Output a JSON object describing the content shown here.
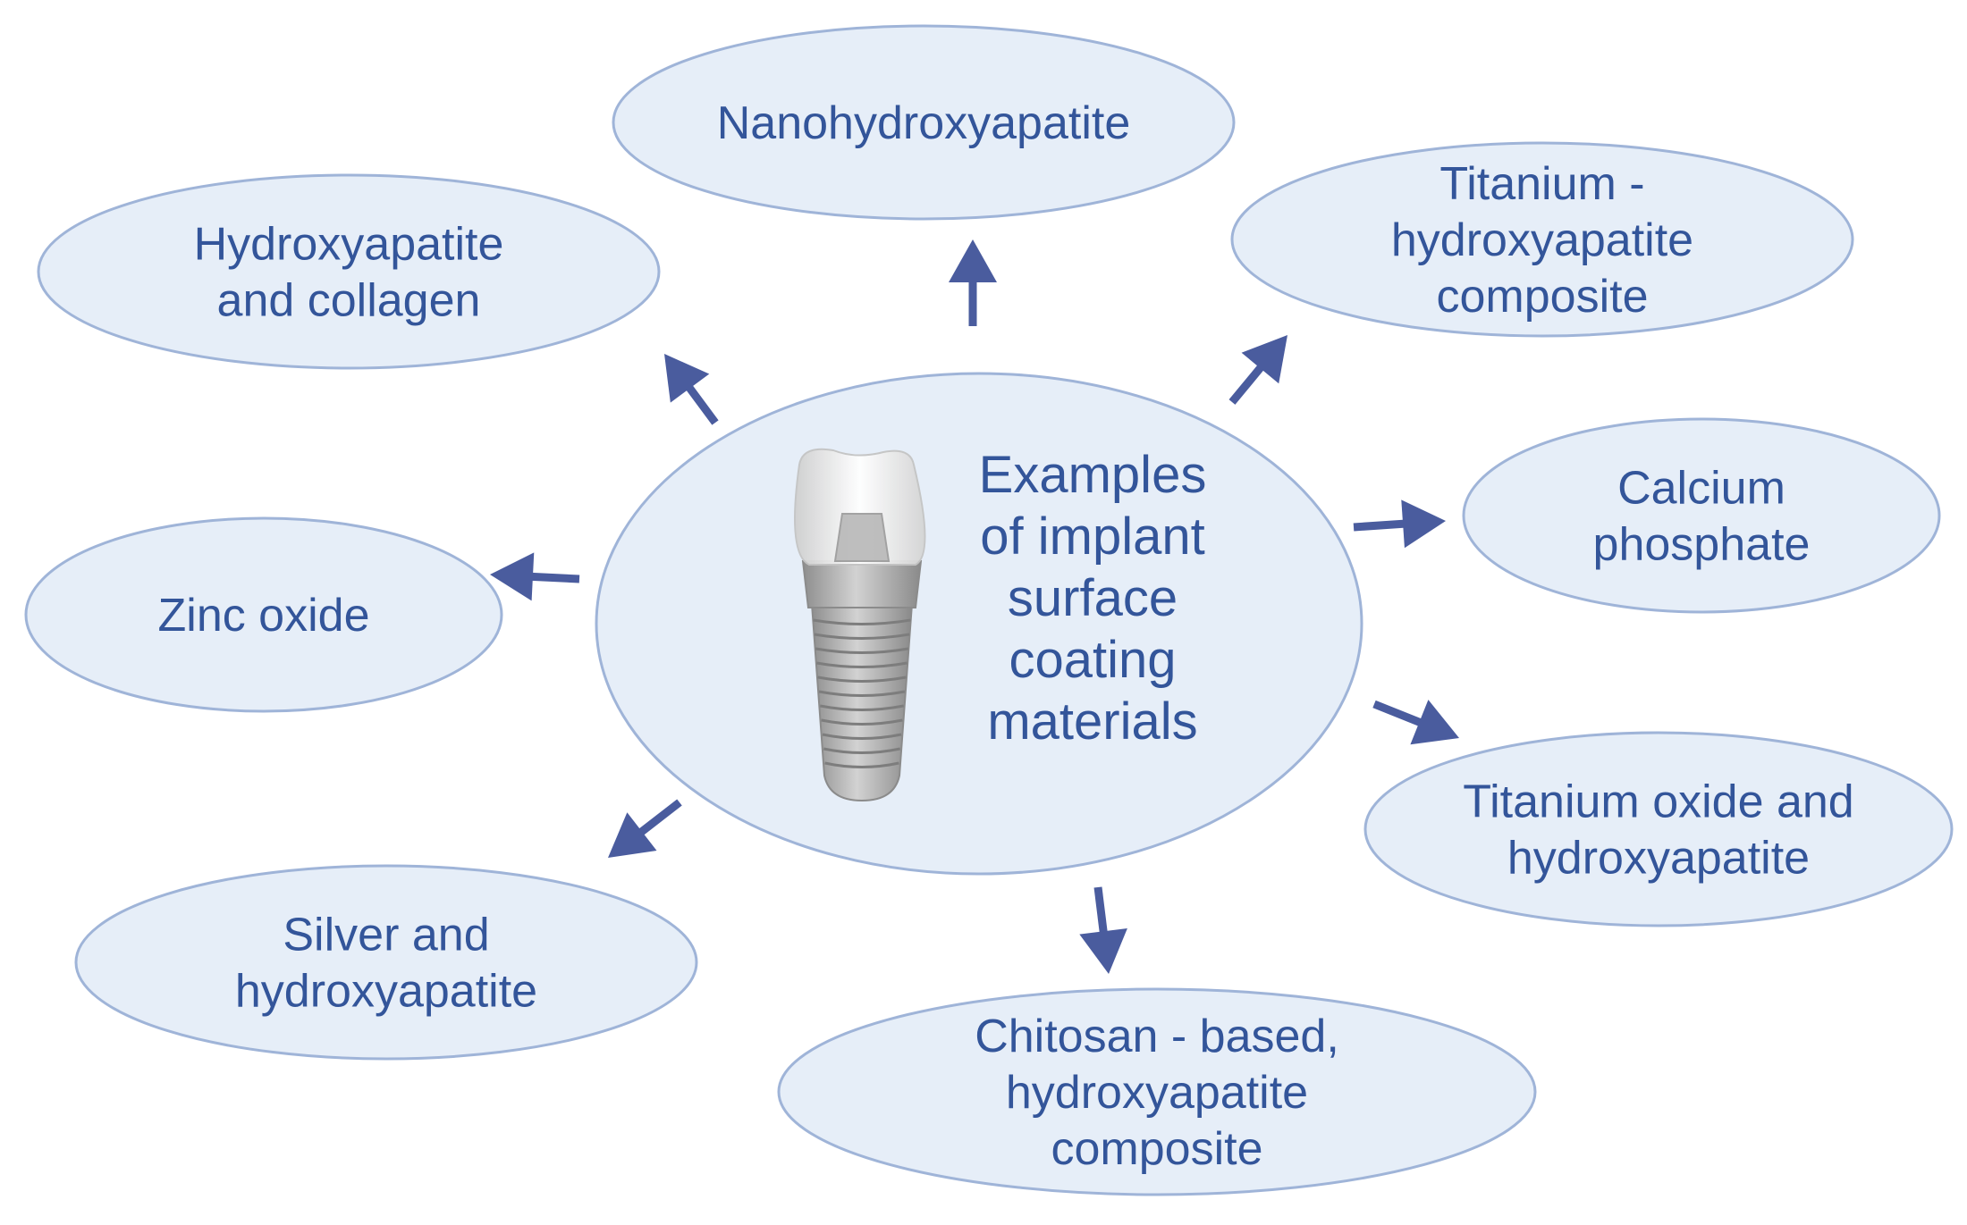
{
  "colors": {
    "ellipse_fill": "#e6eef8",
    "ellipse_stroke": "#9fb4d8",
    "text": "#33559a",
    "arrow": "#4a5c9e",
    "implant_crown": "#e8e8e8",
    "implant_metal": "#a9a9a9"
  },
  "center": {
    "lines": [
      "Examples",
      "of implant",
      "surface",
      "coating",
      "materials"
    ],
    "icon": "dental-implant-icon"
  },
  "nodes": [
    {
      "id": "nanohydroxyapatite",
      "lines": [
        "Nanohydroxyapatite"
      ]
    },
    {
      "id": "titanium-hydroxyapatite-composite",
      "lines": [
        "Titanium -",
        "hydroxyapatite",
        "composite"
      ]
    },
    {
      "id": "calcium-phosphate",
      "lines": [
        "Calcium",
        "phosphate"
      ]
    },
    {
      "id": "titanium-oxide-and-hydroxyapatite",
      "lines": [
        "Titanium oxide and",
        "hydroxyapatite"
      ]
    },
    {
      "id": "chitosan-based-hydroxyapatite-composite",
      "lines": [
        "Chitosan - based,",
        "hydroxyapatite",
        "composite"
      ]
    },
    {
      "id": "silver-and-hydroxyapatite",
      "lines": [
        "Silver and",
        "hydroxyapatite"
      ]
    },
    {
      "id": "zinc-oxide",
      "lines": [
        "Zinc oxide"
      ]
    },
    {
      "id": "hydroxyapatite-and-collagen",
      "lines": [
        "Hydroxyapatite",
        "and collagen"
      ]
    }
  ]
}
